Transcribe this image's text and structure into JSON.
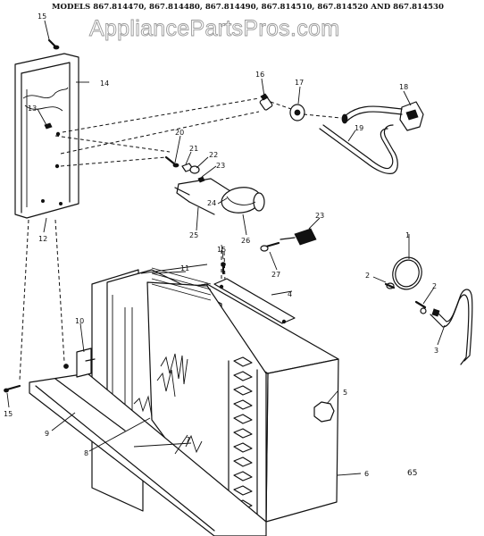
{
  "header": {
    "models_line": "MODELS 867.814470, 867.814480, 867.814490, 867.814510, 867.814520 AND 867.814530"
  },
  "watermark": "AppliancePartsPros.com",
  "figure_code": "65",
  "callouts": [
    {
      "id": "c15a",
      "text": "15"
    },
    {
      "id": "c14",
      "text": "14"
    },
    {
      "id": "c13",
      "text": "13"
    },
    {
      "id": "c12",
      "text": "12"
    },
    {
      "id": "c16",
      "text": "16"
    },
    {
      "id": "c17",
      "text": "17"
    },
    {
      "id": "c18",
      "text": "18"
    },
    {
      "id": "c19",
      "text": "19"
    },
    {
      "id": "c20",
      "text": "20"
    },
    {
      "id": "c21",
      "text": "21"
    },
    {
      "id": "c22",
      "text": "22"
    },
    {
      "id": "c23a",
      "text": "23"
    },
    {
      "id": "c24",
      "text": "24"
    },
    {
      "id": "c25",
      "text": "25"
    },
    {
      "id": "c26",
      "text": "26"
    },
    {
      "id": "c23b",
      "text": "23"
    },
    {
      "id": "c15b",
      "text": "15"
    },
    {
      "id": "c27",
      "text": "27"
    },
    {
      "id": "c11",
      "text": "11"
    },
    {
      "id": "c4",
      "text": "4"
    },
    {
      "id": "c1",
      "text": "1"
    },
    {
      "id": "c2a",
      "text": "2"
    },
    {
      "id": "c2b",
      "text": "2"
    },
    {
      "id": "c3",
      "text": "3"
    },
    {
      "id": "c10",
      "text": "10"
    },
    {
      "id": "c5",
      "text": "5"
    },
    {
      "id": "c15c",
      "text": "15"
    },
    {
      "id": "c9",
      "text": "9"
    },
    {
      "id": "c8",
      "text": "8"
    },
    {
      "id": "c7",
      "text": "7"
    },
    {
      "id": "c6",
      "text": "6"
    }
  ]
}
